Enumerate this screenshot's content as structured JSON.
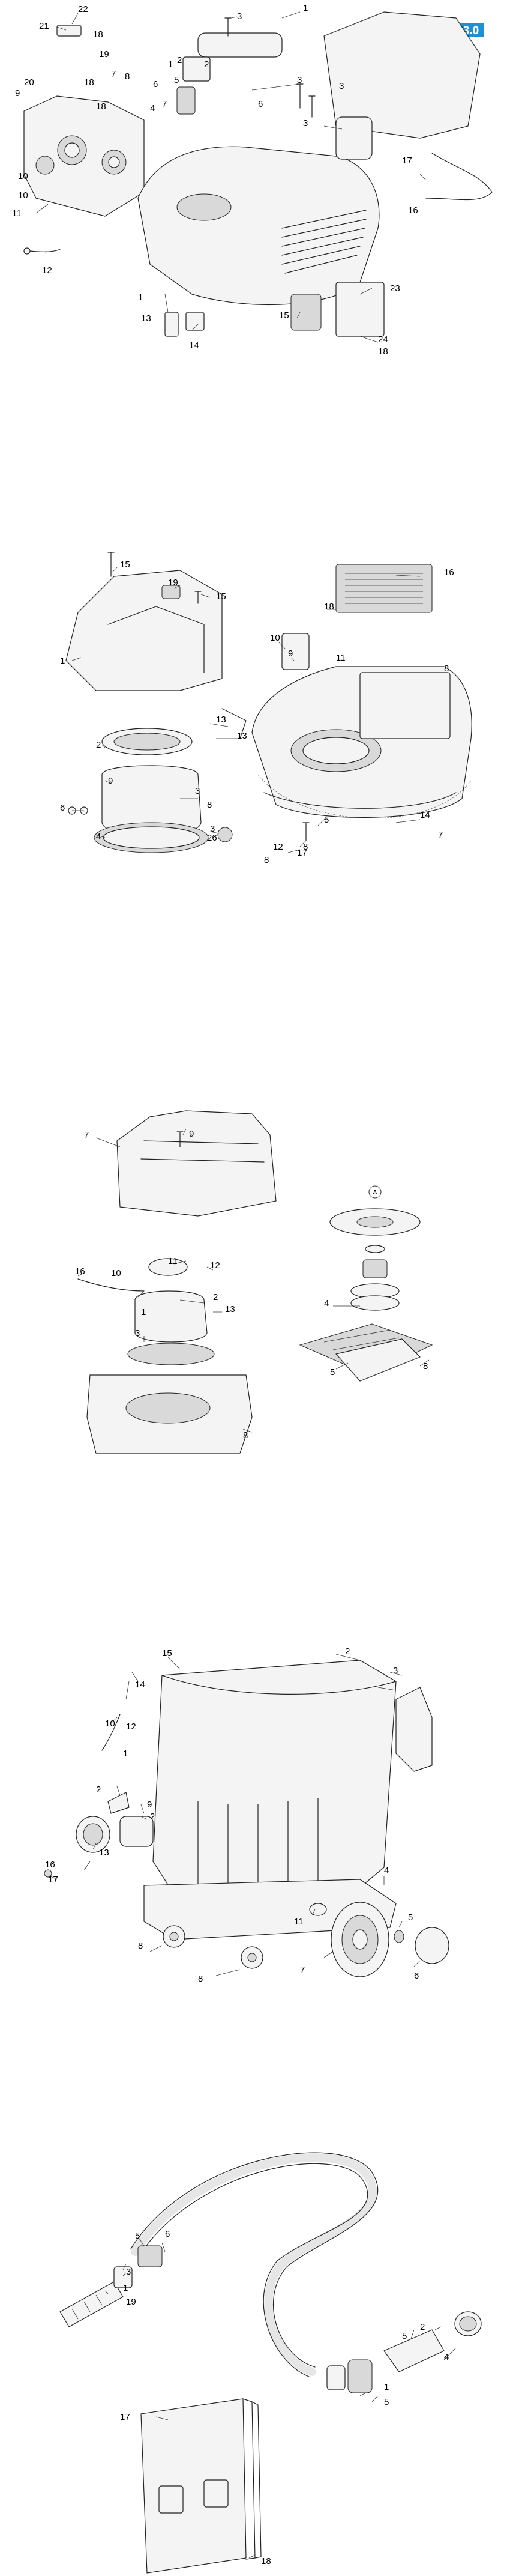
{
  "version_badge": "3.0",
  "marker_A": "A",
  "panels": [
    {
      "id": "panel-1",
      "callouts": [
        "22",
        "21",
        "18",
        "3",
        "1",
        "20",
        "9",
        "19",
        "18",
        "8",
        "7",
        "5",
        "6",
        "7",
        "4",
        "1",
        "2",
        "2",
        "6",
        "3",
        "3",
        "18",
        "10",
        "10",
        "11",
        "12",
        "3",
        "17",
        "16",
        "13",
        "14",
        "15",
        "1",
        "23",
        "24",
        "18"
      ]
    },
    {
      "id": "panel-2",
      "callouts": [
        "15",
        "19",
        "15",
        "1",
        "16",
        "18",
        "11",
        "10",
        "9",
        "8",
        "2",
        "13",
        "13",
        "9",
        "3",
        "8",
        "6",
        "3",
        "4",
        "26",
        "5",
        "14",
        "7",
        "8",
        "12",
        "17",
        "8"
      ]
    },
    {
      "id": "panel-3",
      "callouts": [
        "7",
        "9",
        "11",
        "12",
        "16",
        "10",
        "2",
        "1",
        "13",
        "3",
        "8",
        "4",
        "5",
        "8"
      ]
    },
    {
      "id": "panel-4",
      "callouts": [
        "15",
        "2",
        "3",
        "14",
        "12",
        "10",
        "1",
        "2",
        "9",
        "2",
        "16",
        "13",
        "17",
        "4",
        "11",
        "7",
        "8",
        "8",
        "5",
        "6"
      ]
    },
    {
      "id": "panel-5",
      "callouts": [
        "5",
        "6",
        "3",
        "1",
        "19",
        "5",
        "2",
        "4",
        "1",
        "5",
        "17",
        "18"
      ]
    }
  ]
}
